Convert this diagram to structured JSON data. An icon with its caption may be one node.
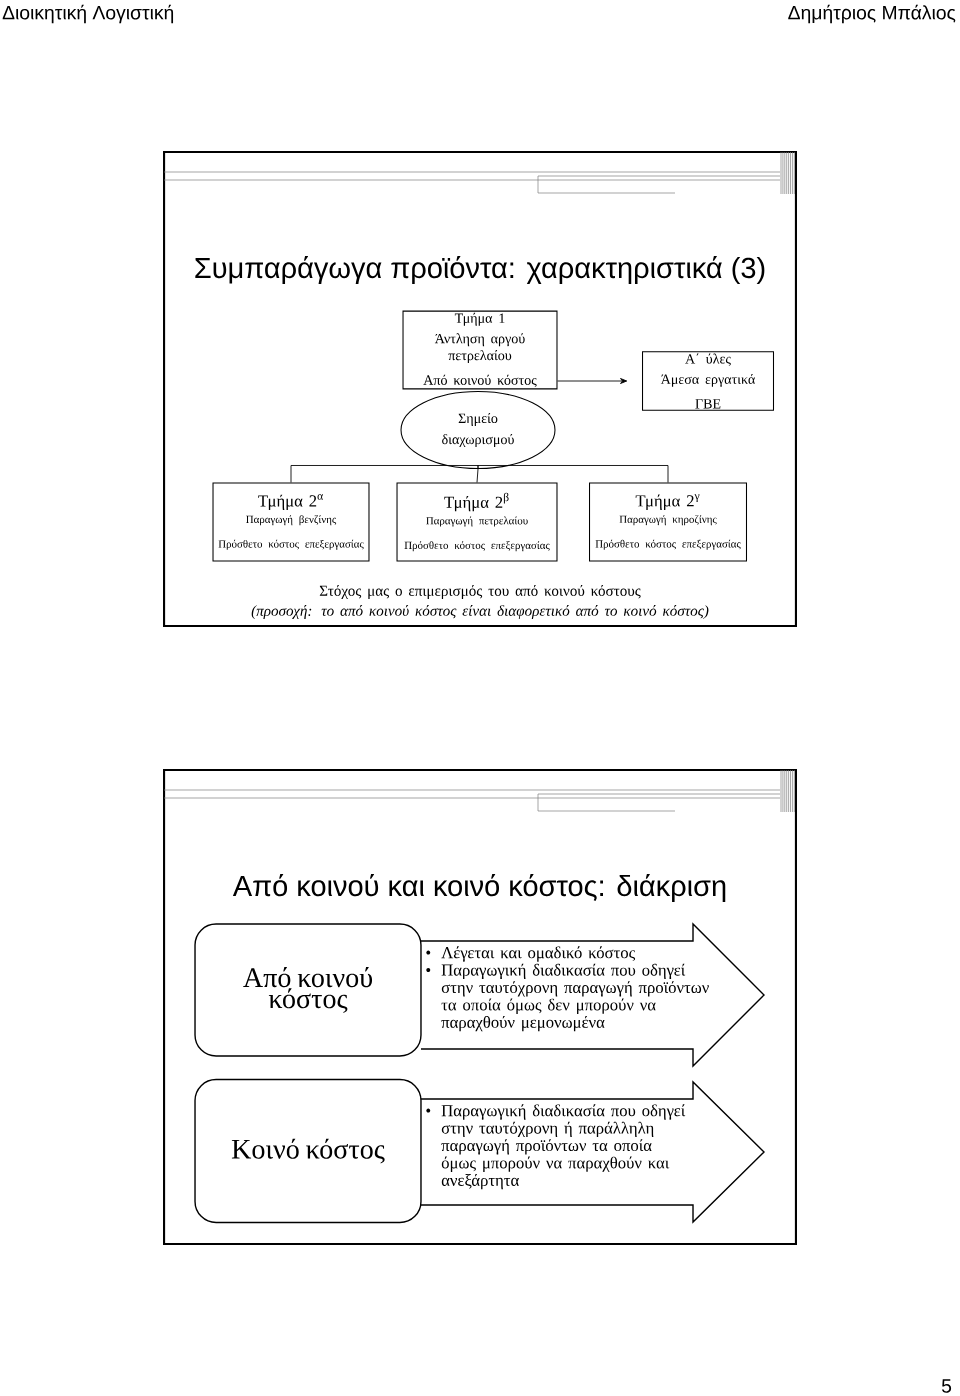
{
  "diagram": {
    "nodes": [
      {
        "text": [
          "Συμπαράγωγα προϊόντα: χαρακτηριστικά (3)",
          "Στόχος μας ο επιμερισμός του από κοινού κόστους",
          "(προσοχή: το από κοινού κόστος είναι διαφορετικό από το κοινό κόστος)"
        ]
      },
      {
        "text": [
          "Τμήμα 1",
          "Άντληση αργού πετρελαίου",
          "Από κοινού κόστος"
        ],
        "in": 0
      },
      {
        "text": [
          "Σημείο διαχωρισμού"
        ],
        "in": 0
      },
      {
        "text": [
          "Α΄ ύλες",
          "Άμεσα εργατικά",
          "ΓΒΕ"
        ],
        "in": 0
      },
      {
        "text": [
          "Τμήμα 2$^{α}$",
          "Παραγωγή βενζίνης",
          "Πρόσθετο κόστος επεξεργασίας"
        ],
        "in": 0
      },
      {
        "text": [
          "Τμήμα 2$^{β}$",
          "Παραγωγή πετρελαίου",
          "Πρόσθετο κόστος επεξεργασίας"
        ],
        "in": 0
      },
      {
        "text": [
          "Τμήμα 2$^{γ}$",
          "Παραγωγή κηροζίνης",
          "Πρόσθετο κόστος επεξεργασίας"
        ],
        "in": 0
      },
      {
        "text": [
          "Από κοινού και κοινό κόστος: διάκριση"
        ]
      },
      {
        "text": [
          "Από κοινού κόστος"
        ],
        "in": 7
      },
      {
        "text": [
          "Λέγεται και ομαδικό κόστος",
          "Παραγωγική διαδικασία που οδηγεί στην ταυτόχρονη παραγωγή προϊόντων τα οποία όμως δεν μπορούν να παραχθούν μεμονωμένα"
        ],
        "in": 7
      },
      {
        "text": [
          "Κοινό κόστος"
        ],
        "in": 7
      },
      {
        "text": [
          "Παραγωγική διαδικασία που οδηγεί στην ταυτόχρονη ή παράλληλη παραγωγή προϊόντων τα οποία όμως μπορούν να παραχθούν και ανεξάρτητα"
        ],
        "in": 7
      }
    ],
    "edges": [
      {
        "from": 1,
        "to": 3,
        "arrow": "to"
      },
      {
        "from": 2,
        "to": 4,
        "arrow": "none"
      },
      {
        "from": 2,
        "to": 5,
        "arrow": "none"
      },
      {
        "from": 2,
        "to": 6,
        "arrow": "none"
      }
    ],
    "labels": [
      "Διοικητική Λογιστική",
      "Δημήτριος Μπάλιος",
      "•",
      "•",
      "•",
      "5"
    ]
  }
}
